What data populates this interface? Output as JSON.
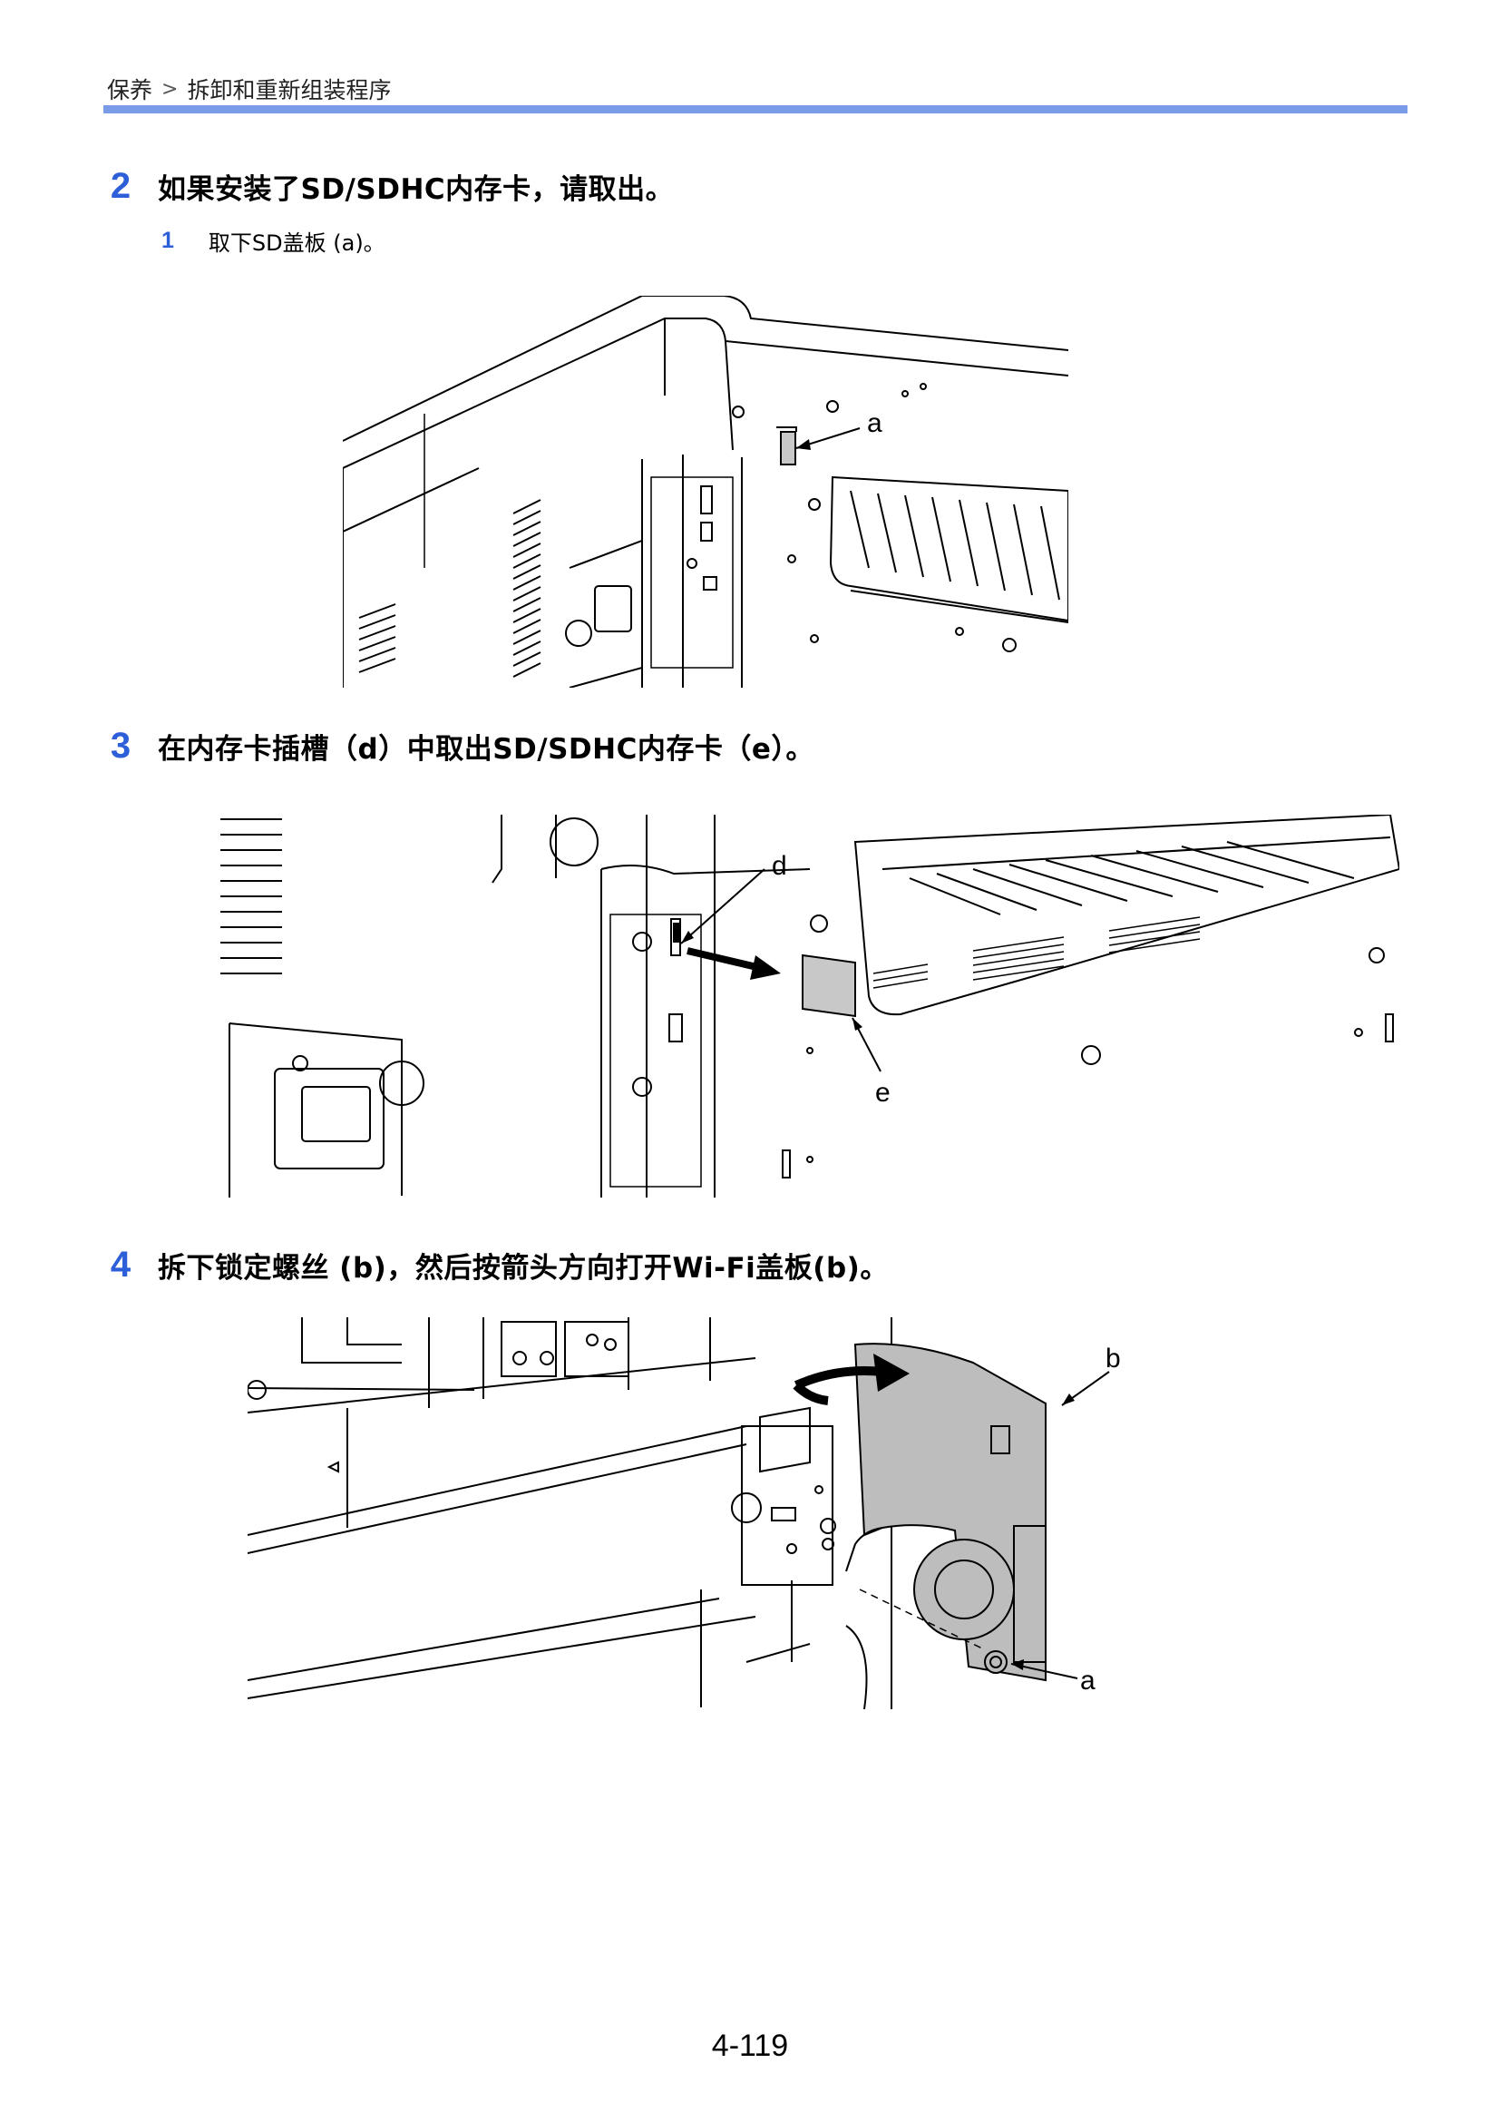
{
  "header": {
    "breadcrumb_section": "保养",
    "breadcrumb_separator": ">",
    "breadcrumb_page": "拆卸和重新组装程序"
  },
  "steps": [
    {
      "number": "2",
      "text": "如果安装了SD/SDHC内存卡，请取出。",
      "substeps": [
        {
          "number": "1",
          "text": "取下SD盖板 (a)。"
        }
      ]
    },
    {
      "number": "3",
      "text": "在内存卡插槽（d）中取出SD/SDHC内存卡（e）。"
    },
    {
      "number": "4",
      "text": "拆下锁定螺丝 (b)，然后按箭头方向打开Wi-Fi盖板(b)。"
    }
  ],
  "figures": [
    {
      "callouts": [
        "a"
      ]
    },
    {
      "callouts": [
        "d",
        "e"
      ]
    },
    {
      "callouts": [
        "b",
        "a"
      ]
    }
  ],
  "footer": {
    "page_number": "4-119"
  }
}
